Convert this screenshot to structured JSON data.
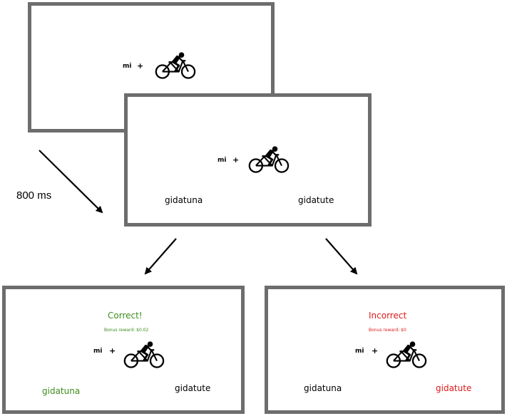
{
  "delay_label": "800 ms",
  "icon": "cyclist-icon",
  "colors": {
    "frame": "#6d6d6d",
    "correct": "#3d8c1c",
    "incorrect": "#e01818"
  },
  "screen1": {
    "prime": "mi",
    "plus": "+"
  },
  "screen2": {
    "prime": "mi",
    "plus": "+",
    "option_left": "gidatuna",
    "option_right": "gidatute"
  },
  "screen3": {
    "feedback": "Correct!",
    "bonus": "Bonus reward: $0.02",
    "prime": "mi",
    "plus": "+",
    "option_left": "gidatuna",
    "option_right": "gidatute"
  },
  "screen4": {
    "feedback": "Incorrect",
    "bonus": "Bonus reward: $0",
    "prime": "mi",
    "plus": "+",
    "option_left": "gidatuna",
    "option_right": "gidatute"
  }
}
